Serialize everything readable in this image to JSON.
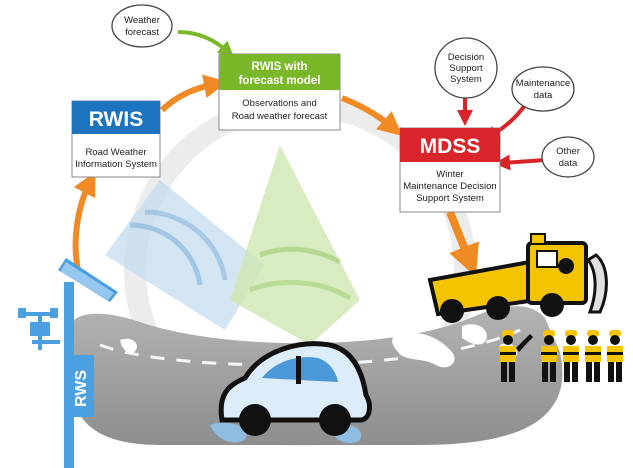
{
  "boxes": {
    "rwis": {
      "header": "RWIS",
      "line1": "Road Weather",
      "line2": "Information System",
      "header_color": "#1e73be"
    },
    "forecast_model": {
      "header_line1": "RWIS with",
      "header_line2": "forecast model",
      "line1": "Observations and",
      "line2": "Road weather forecast",
      "header_color": "#7ab829"
    },
    "mdss": {
      "header": "MDSS",
      "line1": "Winter",
      "line2": "Maintenance Decision",
      "line3": "Support System",
      "header_color": "#d9252a"
    }
  },
  "bubbles": {
    "weather_forecast": {
      "line1": "Weather",
      "line2": "forecast"
    },
    "decision_support": {
      "line1": "Decision",
      "line2": "Support",
      "line3": "System"
    },
    "maintenance_data": {
      "line1": "Maintenance",
      "line2": "data"
    },
    "other_data": {
      "line1": "Other",
      "line2": "data"
    }
  },
  "station": {
    "label": "RWS",
    "color": "#4aa0e0"
  },
  "colors": {
    "flow_arrow": "#f08a24",
    "input_arrow": "#d9252a",
    "weather_arrow": "#7ab829",
    "truck": "#f5c400",
    "road": "#9a9a9a",
    "car": "#dcecf9"
  }
}
